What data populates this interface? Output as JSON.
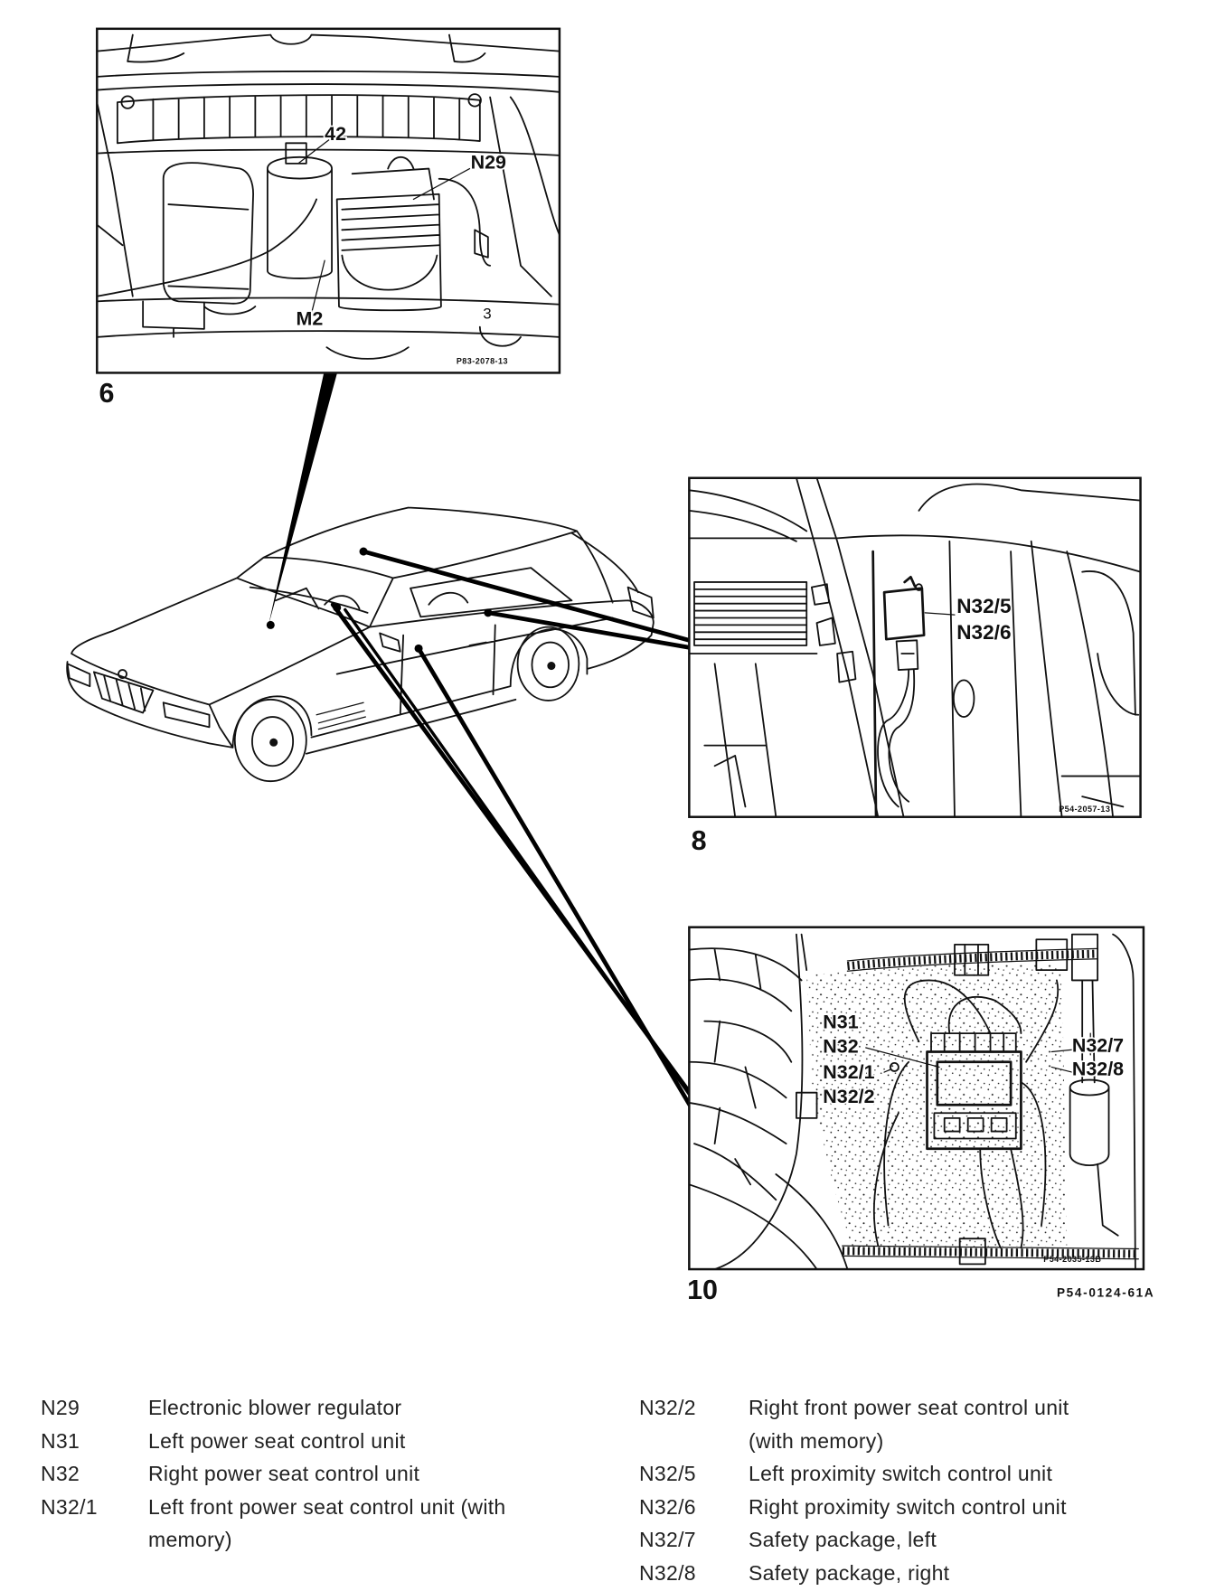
{
  "figure_code": "P54-0124-61A",
  "insets": {
    "fig6": {
      "number": "6",
      "code": "P83-2078-13",
      "label_42": "42",
      "label_n29": "N29",
      "label_m2": "M2",
      "label_3": "3"
    },
    "fig8": {
      "number": "8",
      "code": "P54-2057-13",
      "label_n32_5": "N32/5",
      "label_n32_6": "N32/6"
    },
    "fig10": {
      "number": "10",
      "code": "P54-2035-13B",
      "label_n31": "N31",
      "label_n32": "N32",
      "label_n32_1": "N32/1",
      "label_n32_2": "N32/2",
      "label_n32_7": "N32/7",
      "label_n32_8": "N32/8"
    }
  },
  "legend": {
    "left": [
      {
        "code": "N29",
        "desc": "Electronic blower regulator"
      },
      {
        "code": "N31",
        "desc": "Left power seat control unit"
      },
      {
        "code": "N32",
        "desc": "Right power seat control unit"
      },
      {
        "code": "N32/1",
        "desc": "Left front power seat control unit (with\nmemory)"
      }
    ],
    "right": [
      {
        "code": "N32/2",
        "desc": "Right front power seat control unit\n(with memory)"
      },
      {
        "code": "N32/5",
        "desc": "Left proximity switch control unit"
      },
      {
        "code": "N32/6",
        "desc": "Right proximity switch control unit"
      },
      {
        "code": "N32/7",
        "desc": "Safety package, left"
      },
      {
        "code": "N32/8",
        "desc": "Safety package, right"
      }
    ]
  }
}
